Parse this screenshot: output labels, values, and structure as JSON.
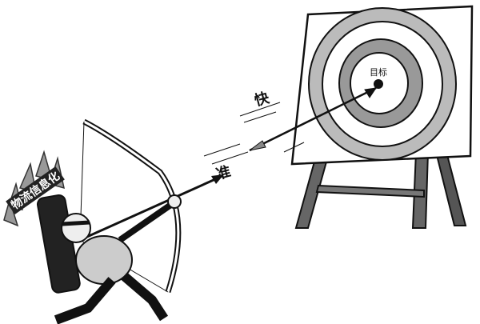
{
  "illustration": {
    "target_label": "目标",
    "speed_label": "快",
    "accuracy_label": "准",
    "quiver_label": "物流信息化"
  }
}
